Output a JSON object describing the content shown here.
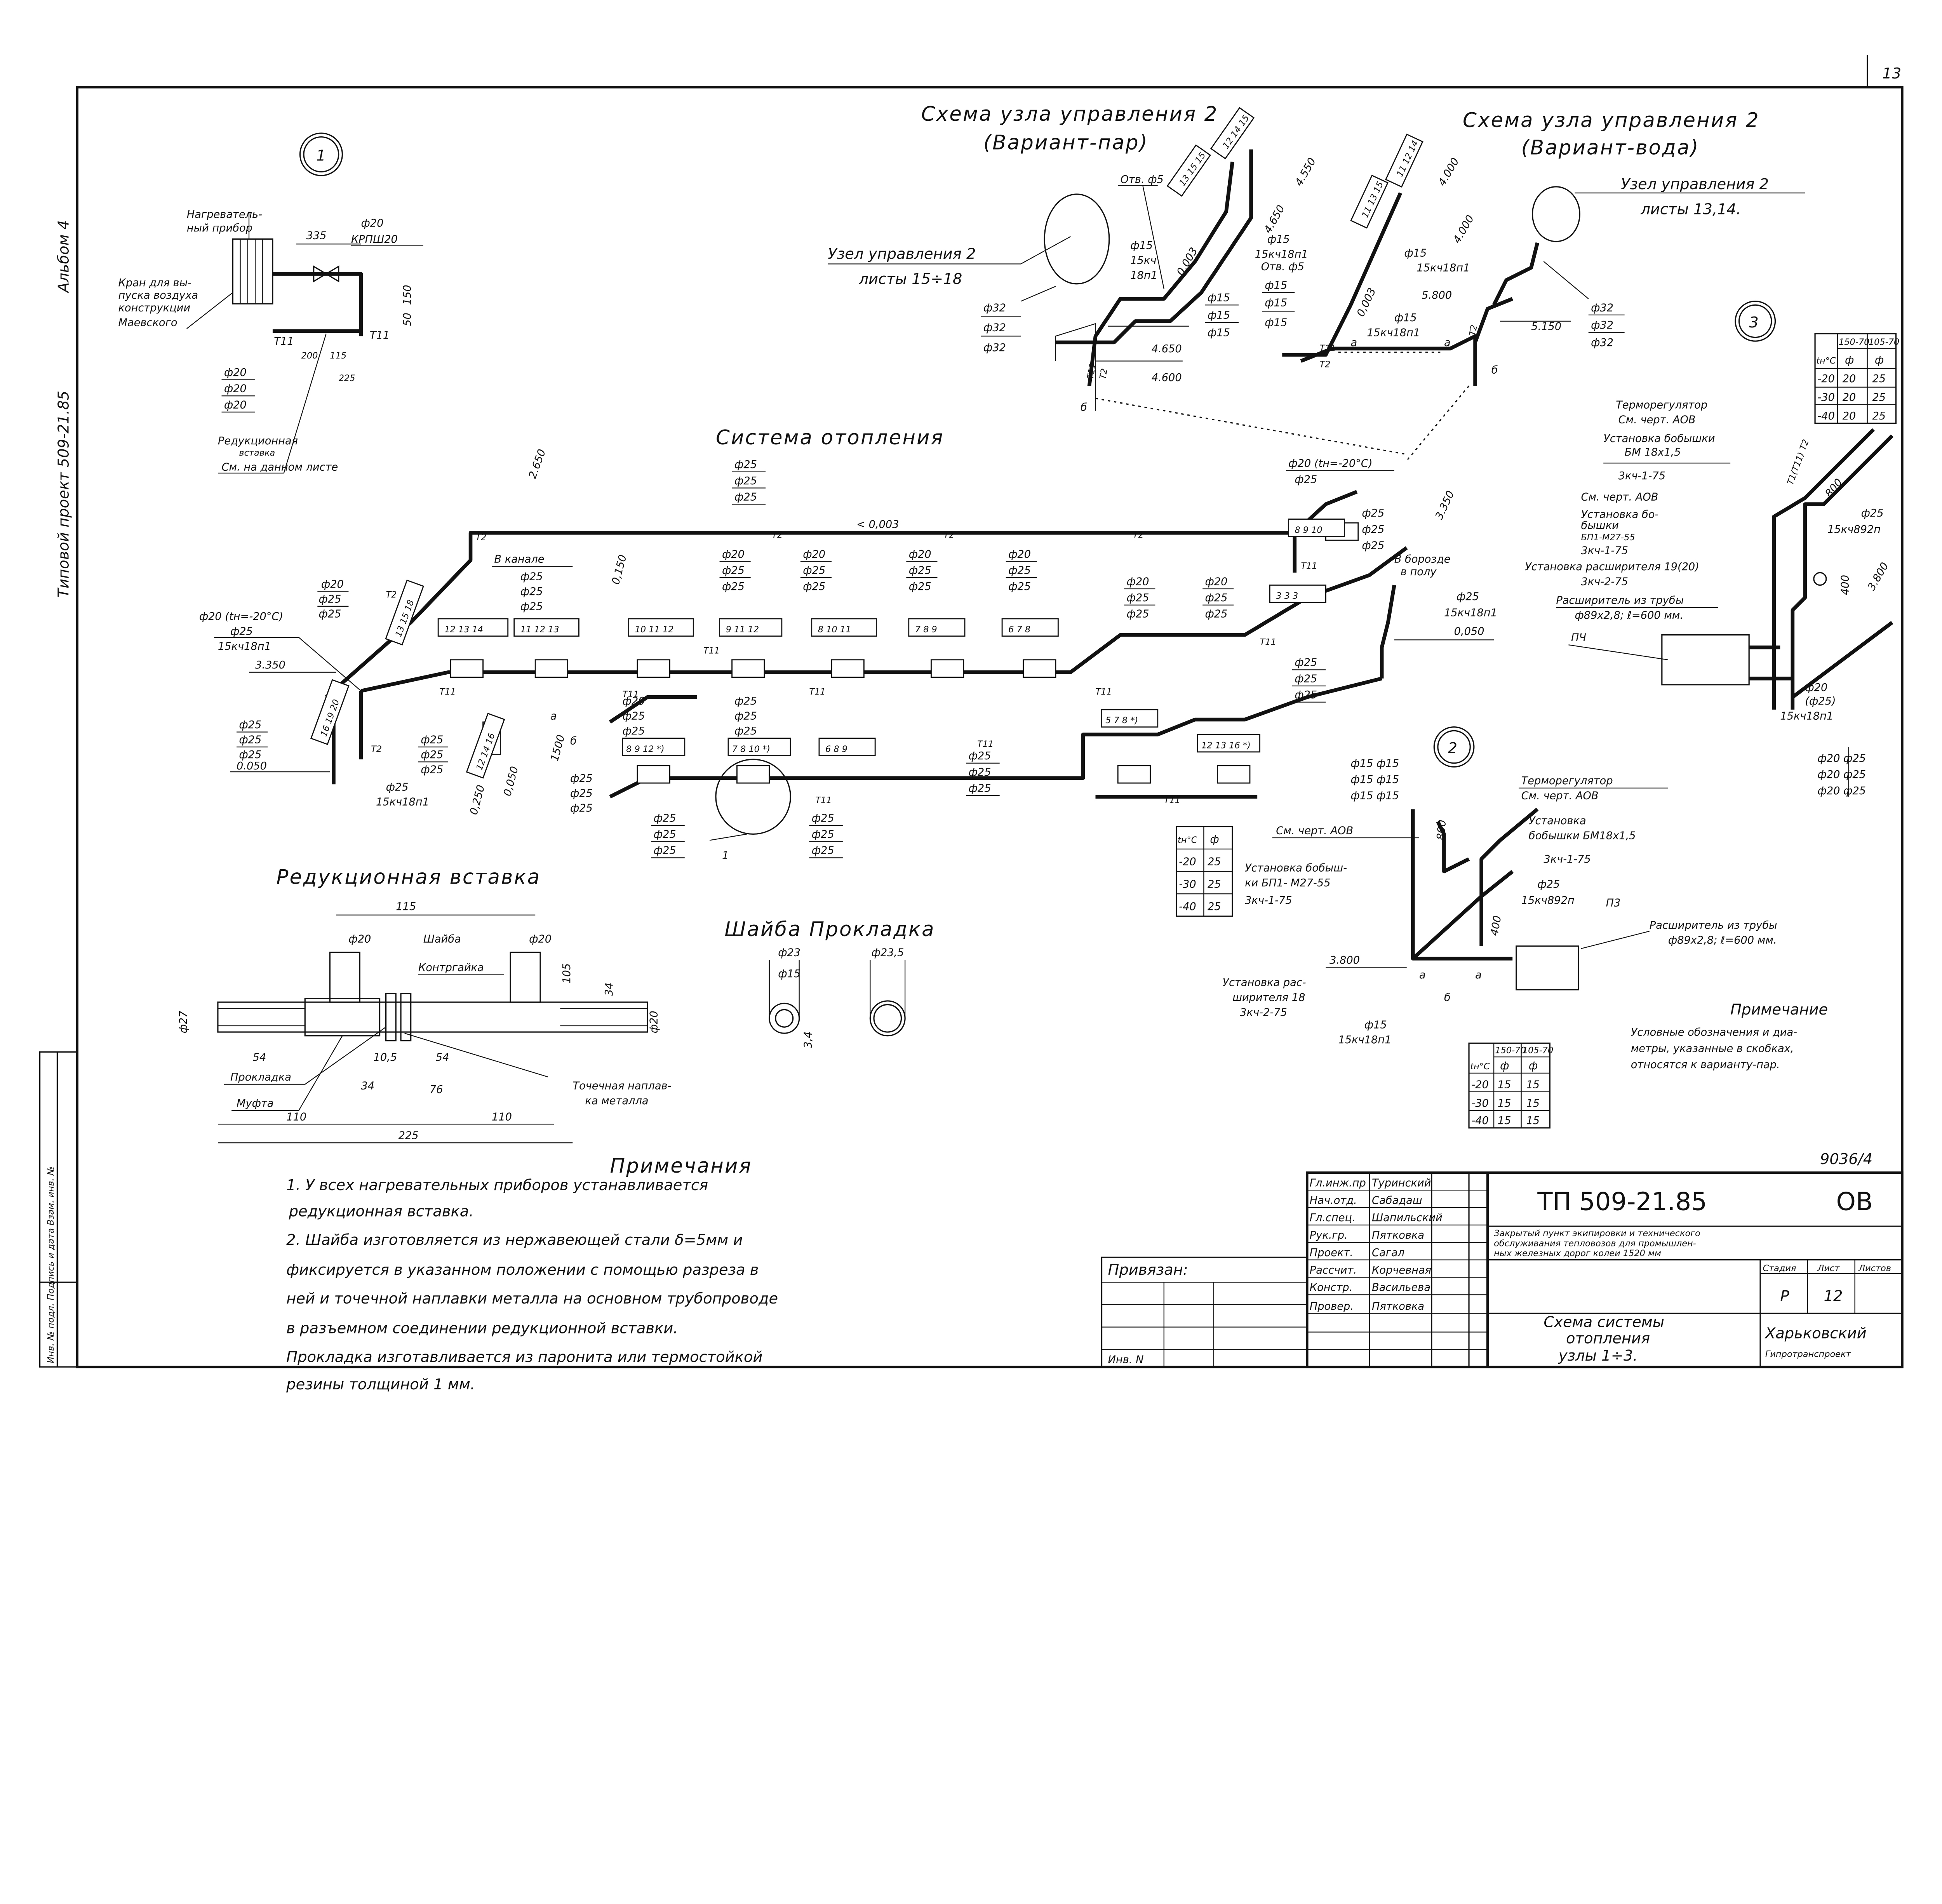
{
  "sheet_number": "13",
  "side": {
    "album": "Альбом 4",
    "project": "Типовой проект 509-21.85",
    "stamp": "Инв. № подл.   Подпись и дата   Взам. инв. №"
  },
  "node1": {
    "number": "1",
    "heater": "Нагреватель-",
    "heater2": "ный прибор",
    "valve1": "Кран для вы-",
    "valve2": "пуска воздуха",
    "valve3": "конструкции",
    "valve4": "Маевского",
    "d20": "ф20",
    "kpsh": "КРПШ20",
    "dim335": "335",
    "dim150": "150",
    "dim50": "50",
    "dim200": "200",
    "dim115": "115",
    "dim225": "225",
    "t11a": "Т11",
    "t11b": "Т11",
    "dia": [
      "ф20",
      "ф20",
      "ф20"
    ],
    "reducer1": "Редукционная",
    "reducer2": "вставка",
    "reducer3": "См. на данном листе"
  },
  "scheme_steam": {
    "title": "Схема узла управления 2",
    "subtitle": "(Вариант-пар)",
    "ref1": "Узел управления 2",
    "ref2": "листы 15÷18",
    "hole": "Отв. ф5",
    "valve": [
      "ф15",
      "15кч",
      "18п1"
    ],
    "slope": "0,003",
    "boxes": [
      "13 15 15",
      "12 14 15"
    ],
    "levels": [
      "4.550",
      "4.650",
      "4.650",
      "4.600"
    ],
    "dia_left": [
      "ф32",
      "ф32",
      "ф32"
    ],
    "dia_right": [
      "ф15",
      "ф15",
      "ф15"
    ],
    "b": "б",
    "t": [
      "Т11",
      "Т2"
    ]
  },
  "scheme_water": {
    "title": "Схема узла управления 2",
    "subtitle": "(Вариант-вода)",
    "ref1": "Узел управления 2",
    "ref2": "листы 13,14.",
    "hole": "Отв. ф5",
    "valve1": [
      "ф15",
      "15кч18п1"
    ],
    "valve2": [
      "ф15",
      "15кч18п1"
    ],
    "slope": "0,003",
    "boxes": [
      "11 13 15",
      "11 12 14"
    ],
    "levels": [
      "4.000",
      "4.000",
      "5.800",
      "5.150"
    ],
    "dia_left": [
      "ф15",
      "ф15",
      "ф15"
    ],
    "dia_right": [
      "ф32",
      "ф32",
      "ф32"
    ],
    "a": "а",
    "b": "б",
    "t": [
      "Т11",
      "Т2",
      "Т2"
    ]
  },
  "system": {
    "title": "Система отопления",
    "level_2650": "2.650",
    "level_3350": "3.350",
    "level_0050": "0.050",
    "level_0050b": "0,050",
    "level_0250": "0,250",
    "level_0150": "0,150",
    "level_1500": "1500",
    "level_r3350": "3.350",
    "level_r0050": "0,050",
    "slope": "< 0,003",
    "t2": [
      "Т2",
      "Т2",
      "Т2",
      "Т2",
      "Т2",
      "Т2"
    ],
    "t11": [
      "Т11",
      "Т11",
      "Т11",
      "Т11",
      "Т11",
      "Т11",
      "Т11",
      "Т11",
      "Т11",
      "Т11"
    ],
    "in_channel": "В канале",
    "in_groove": "В борозде",
    "in_floor": "в полу",
    "left_valve": [
      "ф20 (tн=-20°С)",
      "ф25",
      "15кч18п1"
    ],
    "left_dia": [
      "ф20",
      "ф25",
      "ф25"
    ],
    "left_low": [
      "ф25",
      "ф25",
      "ф25"
    ],
    "left_low2": [
      "ф25",
      "ф25",
      "ф25"
    ],
    "left_valve2": [
      "ф25",
      "15кч18п1"
    ],
    "right_valve": [
      "ф20 (tн=-20°С)",
      "ф25"
    ],
    "right_valve2": [
      "ф25",
      "15кч18п1"
    ],
    "stack_top": [
      "ф25",
      "ф25",
      "ф25"
    ],
    "stack_a": [
      "ф25",
      "ф25",
      "ф25"
    ],
    "stack_b": [
      "ф20",
      "ф25",
      "ф25"
    ],
    "stack_c": [
      "ф20",
      "ф25",
      "ф25"
    ],
    "stack_d": [
      "ф20",
      "ф25",
      "ф25"
    ],
    "stack_e": [
      "ф20",
      "ф25",
      "ф25"
    ],
    "stack_f": [
      "ф20",
      "ф25",
      "ф25"
    ],
    "stack_g": [
      "ф25",
      "ф25",
      "ф25"
    ],
    "stack_h": [
      "ф25",
      "ф25",
      "ф25"
    ],
    "stack_i": [
      "ф20",
      "ф25",
      "ф25"
    ],
    "stack_j": [
      "ф20",
      "ф25",
      "ф25"
    ],
    "stack_k": [
      "ф25",
      "ф25",
      "ф25"
    ],
    "stack_l": [
      "ф25",
      "ф25",
      "ф25"
    ],
    "stack_m": [
      "ф25",
      "ф25",
      "ф25"
    ],
    "stack_n": [
      "ф25",
      "ф25",
      "ф25"
    ],
    "stack_o": [
      "ф25",
      "ф25",
      "ф25"
    ],
    "boxes": [
      "12 13 14",
      "11 12 13",
      "10 11 12",
      "9 11 12",
      "8 10 11",
      "7 8 9",
      "6 7 8",
      "3 3 3",
      "8 9 10",
      "5 7 8 *)",
      "12 13 16 *)",
      "8 9 12 *)",
      "7 8 10 *)",
      "6 8 9",
      "16 19 20",
      "13 15 18",
      "12 14 16"
    ],
    "callout": "1",
    "a": "а",
    "b": "б"
  },
  "node2": {
    "number": "2",
    "thermo1": "Терморегулятор",
    "thermo2": "См. черт. АОВ",
    "see": "См. черт. АОВ",
    "boss1": "Установка",
    "boss2": "бобышки БМ18х1,5",
    "boss_code": "3кч-1-75",
    "boss_b1": "Установка бобыш-",
    "boss_b2": "ки БП1- М27-55",
    "boss_b_code": "3кч-1-75",
    "exp1": "Установка рас-",
    "exp2": "ширителя 18",
    "exp_code": "3кч-2-75",
    "valve": [
      "ф25",
      "15кч892п"
    ],
    "pz": "П3",
    "level": "3.800",
    "dim800": "800",
    "dim400": "400",
    "expander1": "Расширитель из трубы",
    "expander2": "ф89х2,8; ℓ=600 мм.",
    "valve2": [
      "ф15",
      "15кч18п1"
    ],
    "dia": [
      "ф15 ф15",
      "ф15 ф15",
      "ф15 ф15"
    ],
    "a": "а",
    "b": "б"
  },
  "node3": {
    "number": "3",
    "thermo1": "Терморегулятор",
    "thermo2": "См. черт. АОВ",
    "boss1": "Установка бобышки",
    "boss2": "БМ 18х1,5",
    "boss_code": "3кч-1-75",
    "see": "См. черт. АОВ",
    "bossb1": "Установка бо-",
    "bossb2": "бышки",
    "bossb3": "БП1-М27-55",
    "bossb_code": "3кч-1-75",
    "exp1": "Установка расширителя 19(20)",
    "exp_code": "3кч-2-75",
    "expander1": "Расширитель из трубы",
    "expander2": "ф89х2,8; ℓ=600 мм.",
    "pch": "ПЧ",
    "t": "Т1(Т11) Т2",
    "dim800": "800",
    "dim400": "400",
    "level": "3.800",
    "valve": [
      "ф25",
      "15кч892п"
    ],
    "valve2": [
      "ф20",
      "(ф25)",
      "15кч18п1"
    ],
    "dia": [
      "ф20 ф25",
      "ф20 ф25",
      "ф20 ф25"
    ]
  },
  "tables": {
    "node3": {
      "headers": [
        "150-70",
        "105-70"
      ],
      "row_head": [
        "tн°С",
        "ф",
        "ф"
      ],
      "rows": [
        [
          "-20",
          "20",
          "25"
        ],
        [
          "-30",
          "20",
          "25"
        ],
        [
          "-40",
          "20",
          "25"
        ]
      ]
    },
    "node2_left": {
      "row_head": [
        "tн°С",
        "ф"
      ],
      "rows": [
        [
          "-20",
          "25"
        ],
        [
          "-30",
          "25"
        ],
        [
          "-40",
          "25"
        ]
      ]
    },
    "node2_bottom": {
      "headers": [
        "150-70",
        "105-70"
      ],
      "row_head": [
        "tн°С",
        "ф",
        "ф"
      ],
      "rows": [
        [
          "-20",
          "15",
          "15"
        ],
        [
          "-30",
          "15",
          "15"
        ],
        [
          "-40",
          "15",
          "15"
        ]
      ]
    }
  },
  "reducer": {
    "title": "Редукционная вставка",
    "d115": "115",
    "d20a": "ф20",
    "d20b": "ф20",
    "washer": "Шайба",
    "locknut": "Контргайка",
    "d105": "105",
    "d34": "34",
    "d20c": "ф20",
    "d27": "ф27",
    "d54a": "54",
    "gasket": "Прокладка",
    "d105b": "10,5",
    "d54b": "54",
    "coupling": "Муфта",
    "d34b": "34",
    "d76": "76",
    "weld1": "Точечная наплав-",
    "weld2": "ка металла",
    "d110a": "110",
    "d110b": "110",
    "d225": "225"
  },
  "washer": {
    "title": "Шайба   Прокладка",
    "d23": "ф23",
    "d15": "ф15",
    "d235": "ф23,5",
    "d34": "3,4"
  },
  "notes": {
    "title": "Примечания",
    "lines": [
      "1. У всех нагревательных приборов устанавливается",
      "редукционная вставка.",
      "2. Шайба изготовляется из нержавеющей стали δ=5мм и",
      "фиксируется в указанном положении с помощью разреза в",
      "ней и точечной наплавки металла на основном трубопроводе",
      "в разъемном соединении редукционной вставки.",
      "Прокладка изготавливается из паронита или термостойкой",
      "резины толщиной 1 мм."
    ]
  },
  "note_right": {
    "title": "Примечание",
    "lines": [
      "Условные обозначения и диа-",
      "метры, указанные в скобках,",
      "относятся к варианту-пар."
    ]
  },
  "doc_code": "9036/4",
  "title_block": {
    "binding": "Привязан:",
    "inv": "Инв. N",
    "staff": [
      {
        "role": "Гл.инж.пр",
        "name": "Туринский"
      },
      {
        "role": "Нач.отд.",
        "name": "Сабадаш"
      },
      {
        "role": "Гл.спец.",
        "name": "Шапильский"
      },
      {
        "role": "Рук.гр.",
        "name": "Пятковка"
      },
      {
        "role": "Проект.",
        "name": "Сагал"
      },
      {
        "role": "Рассчит.",
        "name": "Корчевная"
      },
      {
        "role": "Констр.",
        "name": "Васильева"
      },
      {
        "role": "Провер.",
        "name": "Пятковка"
      }
    ],
    "code": "ТП  509-21.85",
    "mark": "ОВ",
    "desc": [
      "Закрытый пункт экипировки и технического",
      "обслуживания тепловозов для промышлен-",
      "ных железных дорог колеи 1520 мм"
    ],
    "stage_h": "Стадия",
    "sheet_h": "Лист",
    "sheets_h": "Листов",
    "stage": "Р",
    "sheet": "12",
    "drawing": [
      "Схема системы",
      "отопления",
      "узлы 1÷3."
    ],
    "org": [
      "Харьковский",
      "Гипротранспроект"
    ]
  }
}
